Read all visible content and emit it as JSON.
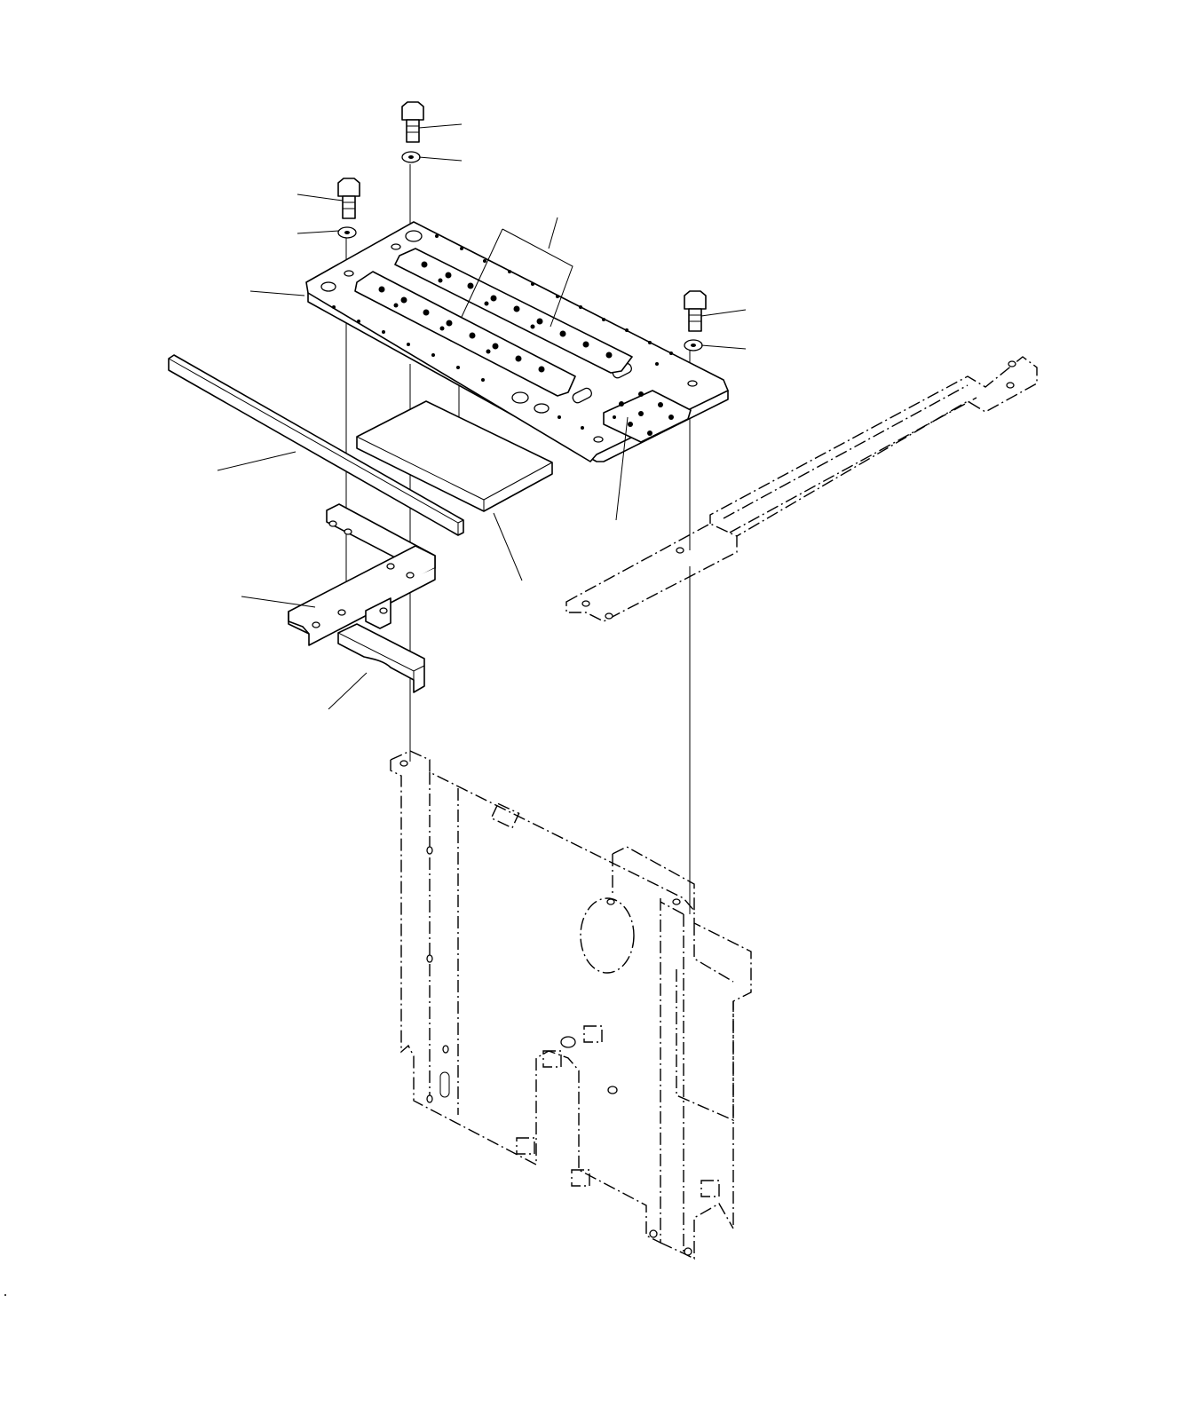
{
  "colors": {
    "stroke": "#000000",
    "paper": "#ffffff"
  },
  "callouts": [
    {
      "id": "bolt-top"
    },
    {
      "id": "washer-top"
    },
    {
      "id": "bolt-left"
    },
    {
      "id": "washer-left"
    },
    {
      "id": "step-plate"
    },
    {
      "id": "anti-slip-strips"
    },
    {
      "id": "bolt-right"
    },
    {
      "id": "washer-right"
    },
    {
      "id": "seal-strip"
    },
    {
      "id": "pad"
    },
    {
      "id": "anti-slip-pad-right"
    },
    {
      "id": "bracket"
    },
    {
      "id": "spacer-block"
    }
  ]
}
